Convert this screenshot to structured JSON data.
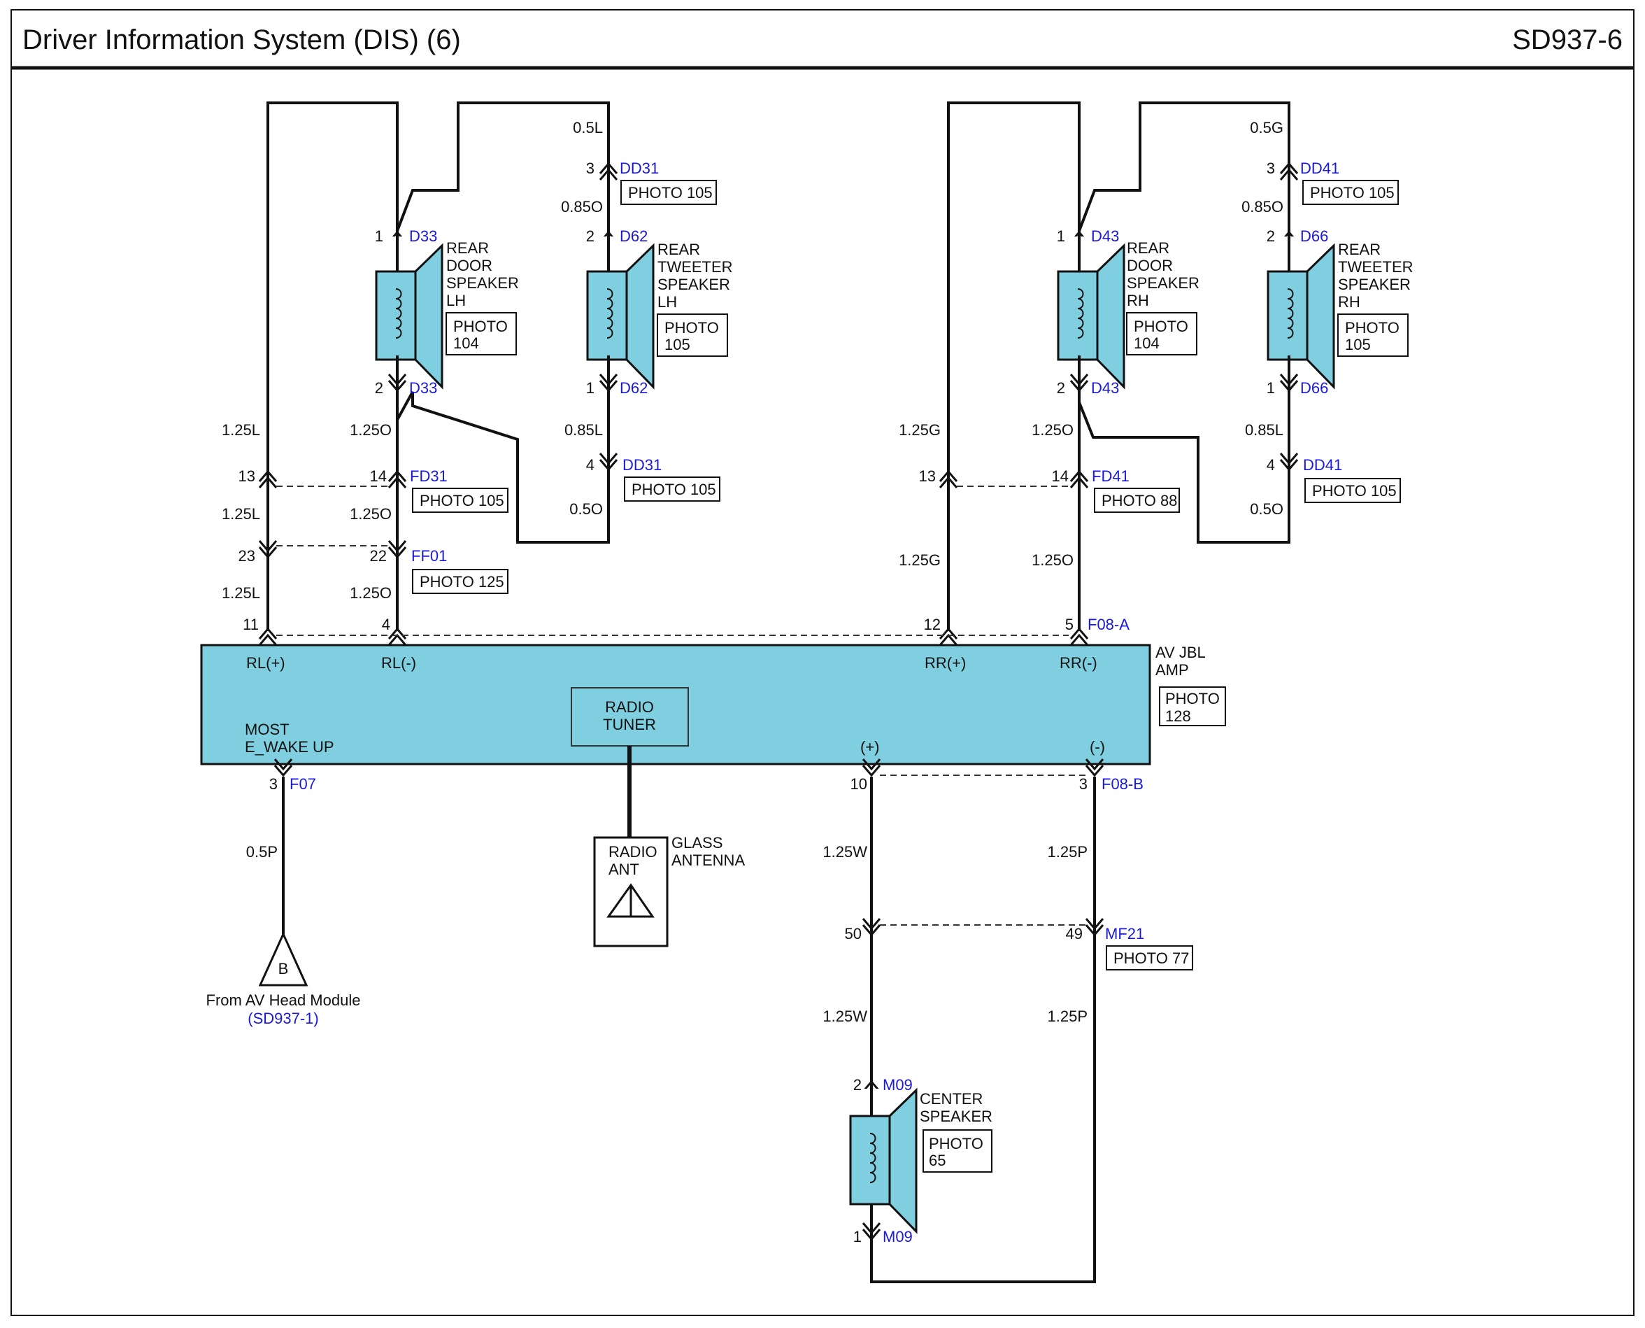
{
  "header": {
    "title": "Driver Information System (DIS) (6)",
    "code": "SD937-6"
  },
  "speakers": {
    "rear_door_lh": {
      "label": [
        "REAR",
        "DOOR",
        "SPEAKER",
        "LH"
      ],
      "photo": [
        "PHOTO",
        "104"
      ],
      "conn": "D33"
    },
    "rear_tweeter_lh": {
      "label": [
        "REAR",
        "TWEETER",
        "SPEAKER",
        "LH"
      ],
      "photo": [
        "PHOTO",
        "105"
      ],
      "conn": "D62"
    },
    "rear_door_rh": {
      "label": [
        "REAR",
        "DOOR",
        "SPEAKER",
        "RH"
      ],
      "photo": [
        "PHOTO",
        "104"
      ],
      "conn": "D43"
    },
    "rear_tweeter_rh": {
      "label": [
        "REAR",
        "TWEETER",
        "SPEAKER",
        "RH"
      ],
      "photo": [
        "PHOTO",
        "105"
      ],
      "conn": "D66"
    },
    "center": {
      "label": [
        "CENTER",
        "SPEAKER"
      ],
      "photo": [
        "PHOTO",
        "65"
      ],
      "conn": "M09"
    }
  },
  "amp": {
    "label": [
      "AV JBL",
      "AMP"
    ],
    "photo": [
      "PHOTO",
      "128"
    ],
    "pins": [
      "RL(+)",
      "RL(-)",
      "RR(+)",
      "RR(-)"
    ],
    "most": [
      "MOST",
      "E_WAKE UP"
    ],
    "tuner": [
      "RADIO",
      "TUNER"
    ],
    "plus": "(+)",
    "minus": "(-)"
  },
  "antenna": {
    "box": [
      "RADIO",
      "ANT"
    ],
    "label": [
      "GLASS",
      "ANTENNA"
    ]
  },
  "connectors": {
    "DD31": "DD31",
    "DD41": "DD41",
    "FD31": "FD31",
    "FD41": "FD41",
    "FF01": "FF01",
    "F08A": "F08-A",
    "F08B": "F08-B",
    "F07": "F07",
    "MF21": "MF21"
  },
  "photos": {
    "dd31_top": "PHOTO 105",
    "dd31_bot": "PHOTO 105",
    "dd41_top": "PHOTO 105",
    "dd41_bot": "PHOTO 105",
    "fd31": "PHOTO 105",
    "fd41": "PHOTO 88",
    "ff01": "PHOTO 125",
    "mf21": "PHOTO 77"
  },
  "wires": {
    "w05L": "0.5L",
    "w085O": "0.85O",
    "w085L": "0.85L",
    "w05O": "0.5O",
    "w125L": "1.25L",
    "w125O": "1.25O",
    "w05G": "0.5G",
    "w125G": "1.25G",
    "w05P": "0.5P",
    "w125W": "1.25W",
    "w125P": "1.25P"
  },
  "pins": {
    "p1": "1",
    "p2": "2",
    "p3": "3",
    "p4": "4",
    "p5": "5",
    "p10": "10",
    "p11": "11",
    "p12": "12",
    "p13": "13",
    "p14": "14",
    "p22": "22",
    "p23": "23",
    "p49": "49",
    "p50": "50"
  },
  "ref": {
    "symbol": "B",
    "from": "From AV Head Module",
    "link": "(SD937-1)"
  }
}
